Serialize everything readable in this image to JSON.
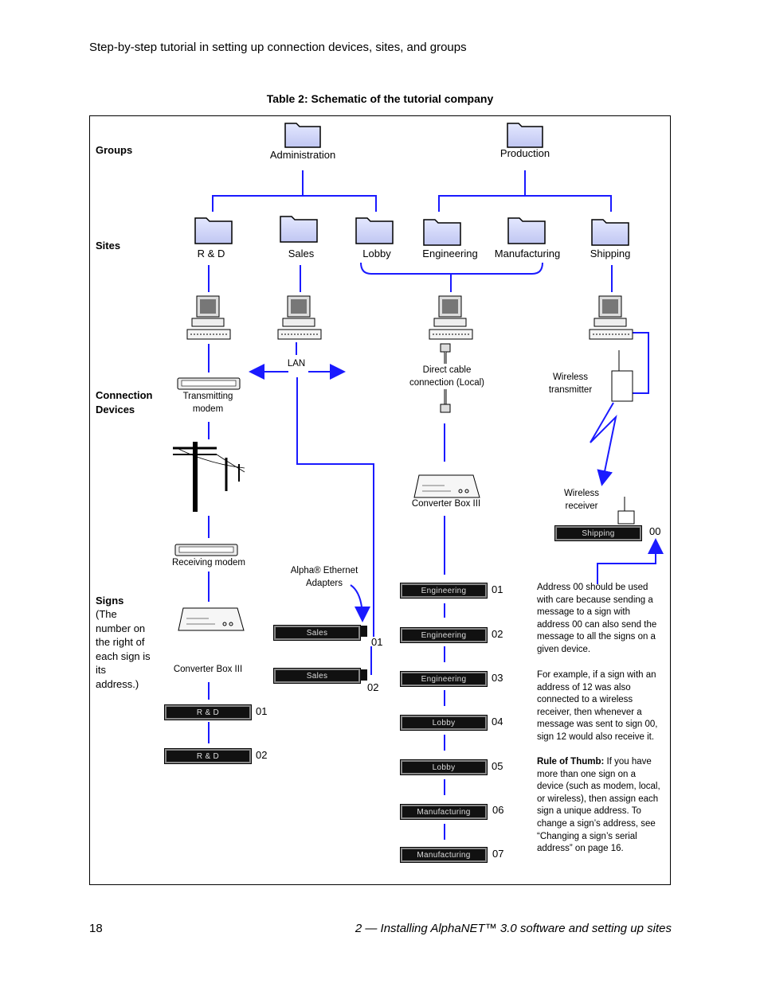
{
  "header": "Step-by-step tutorial in setting up connection devices, sites, and groups",
  "table_title": "Table 2: Schematic of the tutorial company",
  "row_labels": {
    "groups": "Groups",
    "sites": "Sites",
    "connection_devices": "Connection Devices",
    "signs": "Signs",
    "signs_note": "(The number on the right of each sign is its address.)"
  },
  "groups": [
    "Administration",
    "Production"
  ],
  "sites": [
    "R & D",
    "Sales",
    "Lobby",
    "Engineering",
    "Manufacturing",
    "Shipping"
  ],
  "devices": {
    "lan": "LAN",
    "direct_cable": "Direct cable connection (Local)",
    "wireless_transmitter": "Wireless transmitter",
    "wireless_receiver": "Wireless receiver",
    "transmitting_modem": "Transmitting modem",
    "receiving_modem": "Receiving modem",
    "converter_box_left": "Converter Box III",
    "converter_box_center": "Converter Box III",
    "ethernet_adapters": "Alpha® Ethernet Adapters"
  },
  "signs": {
    "rd": [
      {
        "label": "R & D",
        "addr": "01"
      },
      {
        "label": "R & D",
        "addr": "02"
      }
    ],
    "sales": [
      {
        "label": "Sales",
        "addr": "01"
      },
      {
        "label": "Sales",
        "addr": "02"
      }
    ],
    "center": [
      {
        "label": "Engineering",
        "addr": "01"
      },
      {
        "label": "Engineering",
        "addr": "02"
      },
      {
        "label": "Engineering",
        "addr": "03"
      },
      {
        "label": "Lobby",
        "addr": "04"
      },
      {
        "label": "Lobby",
        "addr": "05"
      },
      {
        "label": "Manufacturing",
        "addr": "06"
      },
      {
        "label": "Manufacturing",
        "addr": "07"
      }
    ],
    "shipping": {
      "label": "Shipping",
      "addr": "00"
    }
  },
  "notes": {
    "p1": "Address 00 should be used with care because sending a message to a sign with address 00 can also send the message to all the signs on a given device.",
    "p2": "For example, if a sign with an address of 12 was also connected to a wireless receiver, then whenever a message was sent to sign 00, sign 12 would also receive it.",
    "p3_bold": "Rule of Thumb:",
    "p3": "If you have more than one sign on a device (such as modem, local, or wireless), then assign each sign a unique address. To change a sign’s address, see “Changing a sign’s serial address” on page 16."
  },
  "footer": {
    "page": "18",
    "chapter": "2 — Installing AlphaNET™ 3.0 software and setting up sites"
  }
}
